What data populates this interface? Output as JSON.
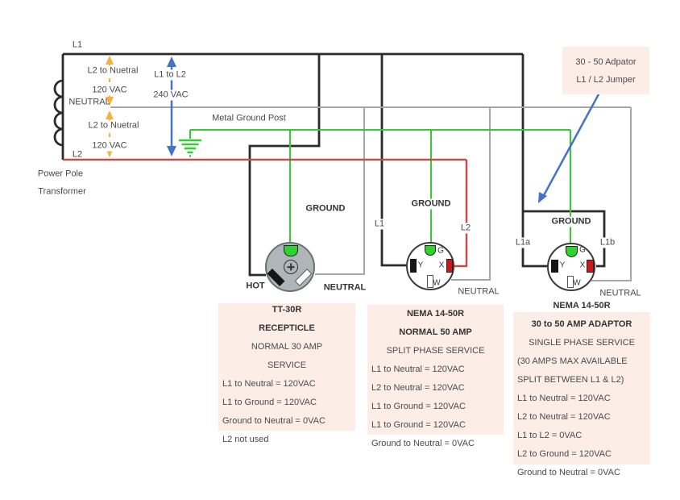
{
  "colors": {
    "wire_black": "#2b2b2b",
    "wire_neutral": "#a6a6a6",
    "wire_ground": "#33cc33",
    "wire_l2": "#c0504d",
    "arrow_orange": "#f2b43d",
    "arrow_blue": "#4472c4",
    "box_bg": "#fceee6",
    "slot_green": "#2ed32e",
    "slot_red": "#d01616",
    "receptacle_gray": "#aeb6ba",
    "text": "#4a4a4a",
    "text_bold": "#333333"
  },
  "transformer": {
    "l1": "L1",
    "neutral": "NEUTRAL",
    "l2": "L2",
    "caption_line1": "Power Pole",
    "caption_line2": "Transformer"
  },
  "measurements": {
    "l2_neutral_top": {
      "label": "L2 to Nuetral",
      "value": "120 VAC"
    },
    "l2_neutral_bottom": {
      "label": "L2 to Nuetral",
      "value": "120 VAC"
    },
    "l1_l2": {
      "label": "L1 to L2",
      "value": "240 VAC"
    }
  },
  "ground_post_label": "Metal Ground Post",
  "note_box": {
    "line1": "30 - 50 Adpator",
    "line2": "L1 / L2 Jumper"
  },
  "receptacles": [
    {
      "ground_label": "GROUND",
      "hot_label": "HOT",
      "neutral_label": "NEUTRAL"
    },
    {
      "ground_label": "GROUND",
      "l1": "L1",
      "l2": "L2",
      "neutral_label": "NEUTRAL",
      "pins": {
        "g": "G",
        "y": "Y",
        "x": "X",
        "w": "W"
      }
    },
    {
      "ground_label": "GROUND",
      "l1a": "L1a",
      "l1b": "L1b",
      "neutral_label": "NEUTRAL",
      "pins": {
        "g": "G",
        "y": "Y",
        "x": "X",
        "w": "W"
      }
    }
  ],
  "infoboxes": [
    {
      "lines": [
        "TT-30R",
        "RECEPTICLE",
        "NORMAL 30 AMP",
        "SERVICE",
        "L1 to Neutral = 120VAC",
        "L1 to Ground = 120VAC",
        "Ground to Neutral = 0VAC",
        "L2 not used"
      ]
    },
    {
      "lines": [
        "NEMA 14-50R",
        "NORMAL 50 AMP",
        "SPLIT PHASE SERVICE",
        "L1 to Neutral = 120VAC",
        "L2 to Neutral = 120VAC",
        "L1 to Ground = 120VAC",
        "L1 to Ground = 120VAC",
        "Ground to Neutral = 0VAC"
      ]
    },
    {
      "lines": [
        "NEMA 14-50R",
        "30 to 50 AMP ADAPTOR",
        "SINGLE PHASE SERVICE",
        "(30 AMPS MAX AVAILABLE",
        "SPLIT BETWEEN L1 & L2)",
        "L1 to Neutral = 120VAC",
        "L2 to Neutral = 120VAC",
        "L1 to L2 = 0VAC",
        "L2 to Ground = 120VAC",
        "Ground to Neutral = 0VAC"
      ]
    }
  ]
}
